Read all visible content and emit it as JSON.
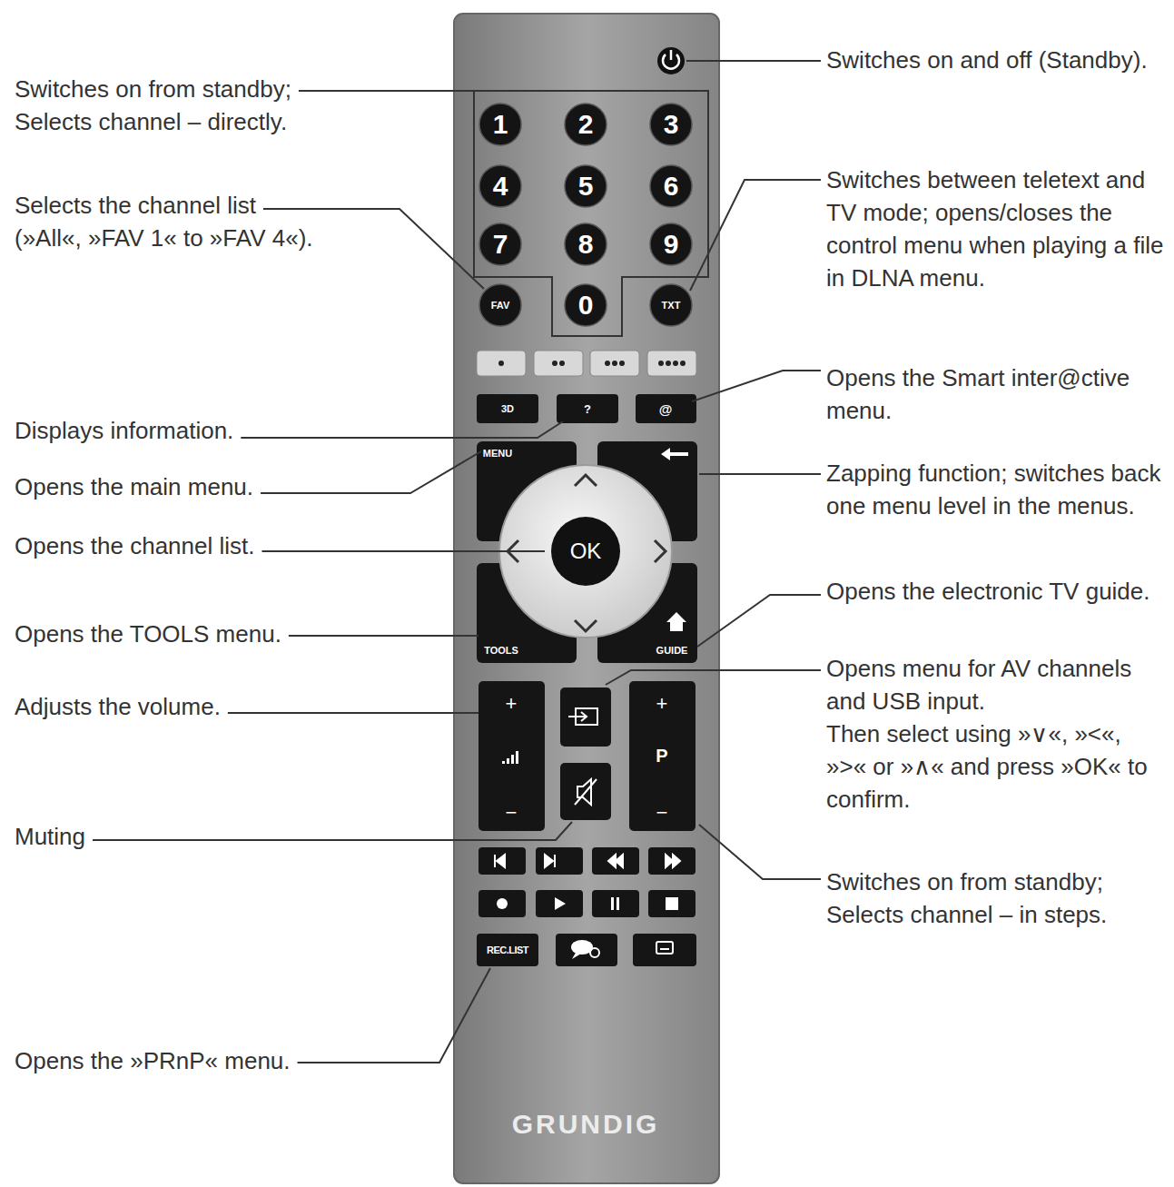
{
  "diagram": {
    "labels": [
      "Switches on from standby; Selects channel – directly.",
      "Selects the channel list (»All«, »FAV 1« to »FAV 4«).",
      "Displays information.",
      "Opens the main menu.",
      "Opens the channel list.",
      "Opens the TOOLS menu.",
      "Adjusts the volume.",
      "Muting",
      "Opens the »PRnP« menu.",
      "Switches on and off (Standby).",
      "Switches between teletext and TV mode; opens/closes the control menu when playing a file in DLNA menu.",
      "Opens the Smart inter@ctive menu.",
      "Zapping function; switches back one menu level in the menus.",
      "Opens the electronic TV guide.",
      "Opens menu for AV channels and USB input.",
      "Then select using »∨«, »<«, »>« or »∧« and press »OK« to confirm.",
      "Switches on from standby; Selects channel – in steps.",
      "1",
      "2",
      "3",
      "4",
      "5",
      "6",
      "7",
      "8",
      "9",
      "FAV",
      "0",
      "TXT",
      "3D",
      "?",
      "@",
      "MENU",
      "OK",
      "TOOLS",
      "GUIDE",
      "+",
      "−",
      "+",
      "P",
      "−",
      "REC.LIST",
      "GRUNDIG"
    ]
  }
}
